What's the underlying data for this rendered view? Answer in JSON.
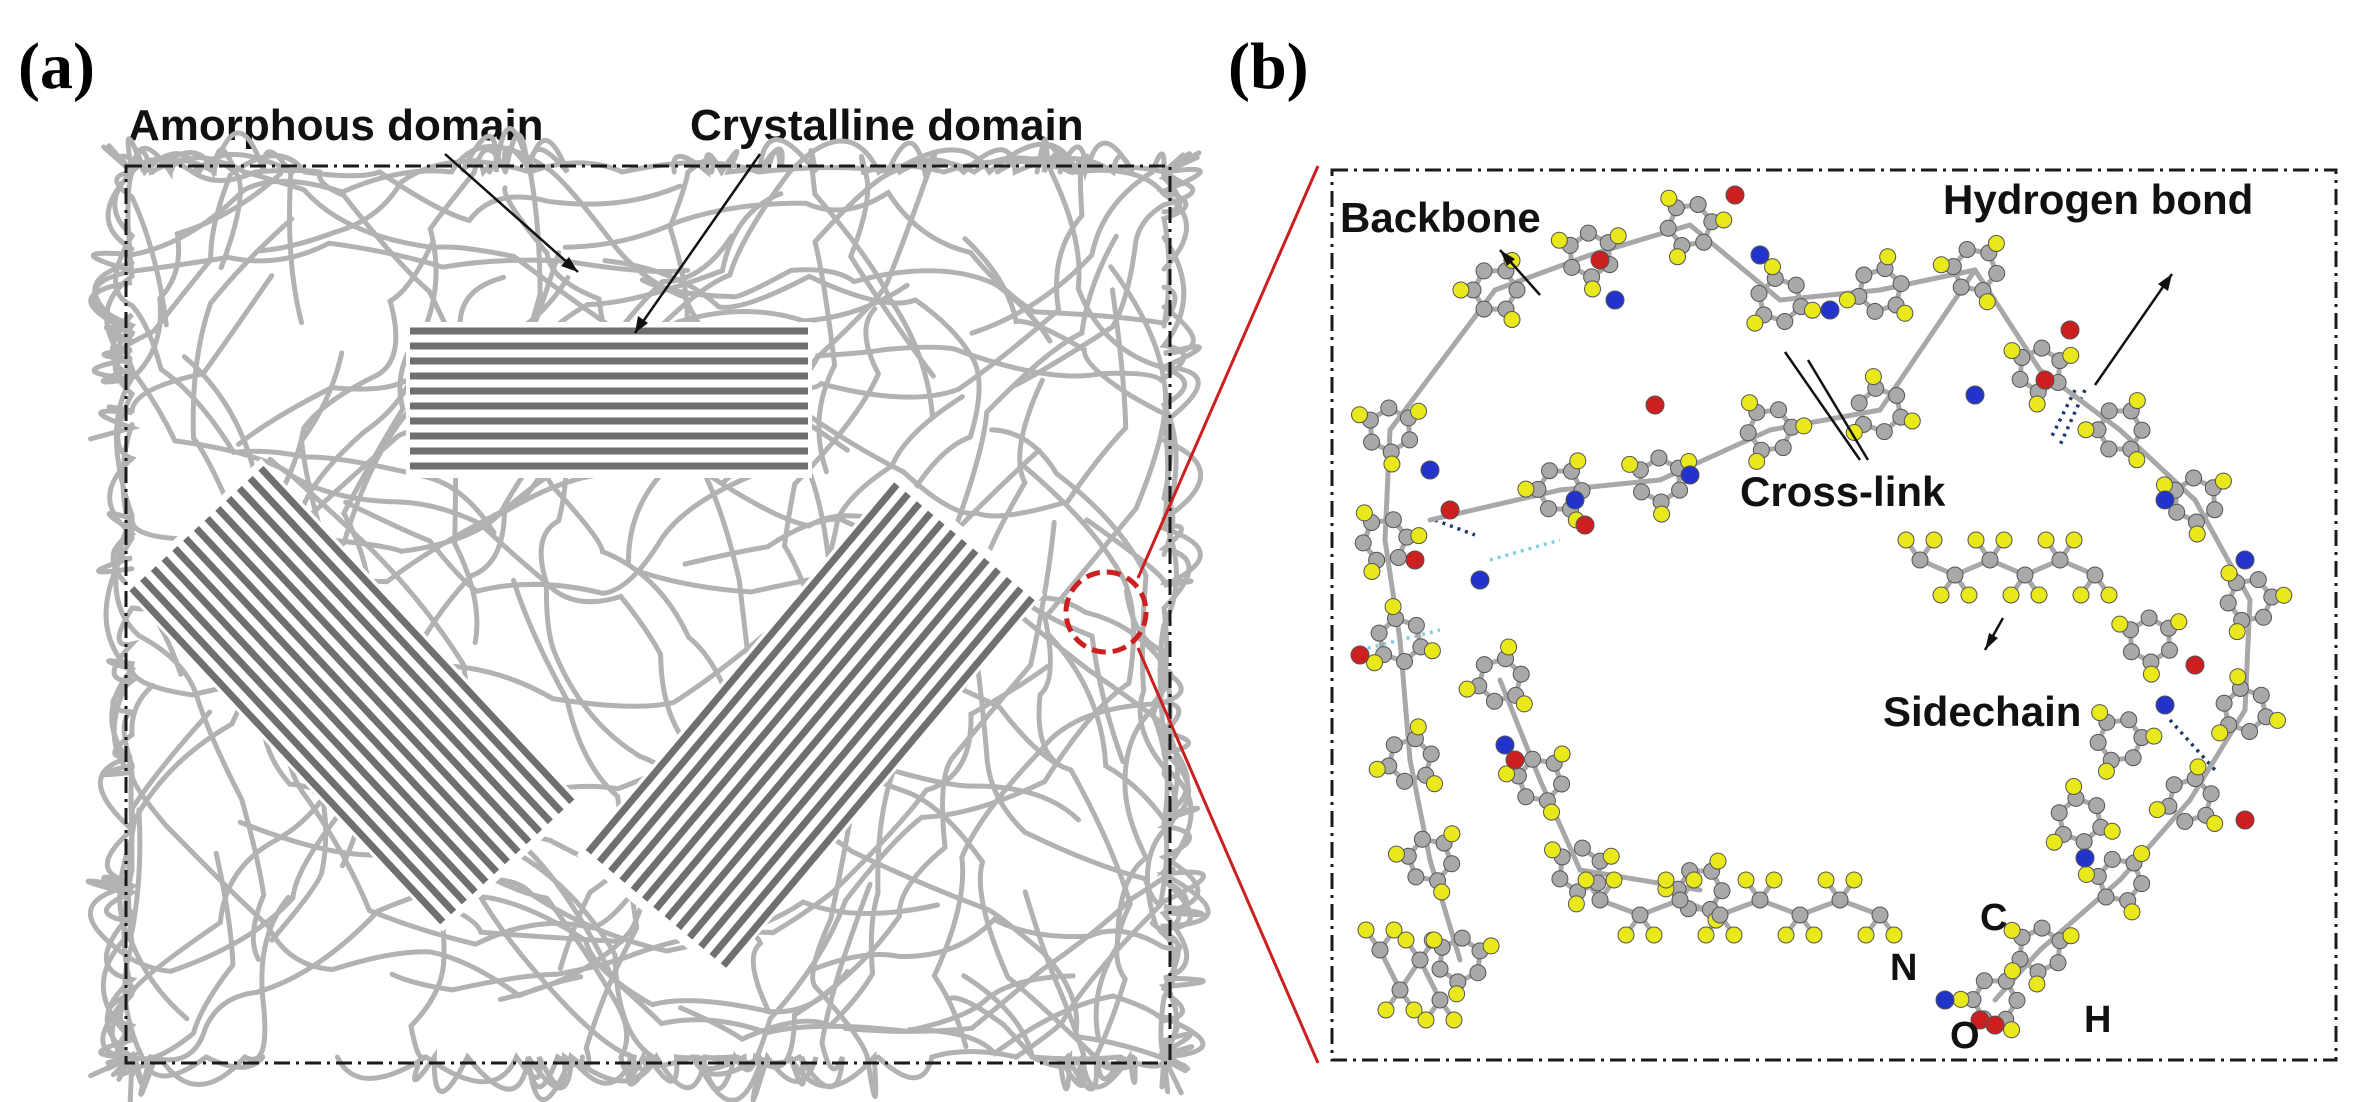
{
  "panels": {
    "a": {
      "label": "(a)",
      "annotations": {
        "amorphous": "Amorphous domain",
        "crystalline": "Crystalline domain"
      }
    },
    "b": {
      "label": "(b)",
      "annotations": {
        "backbone": "Backbone",
        "hydrogen_bond": "Hydrogen bond",
        "cross_link": "Cross-link",
        "sidechain": "Sidechain"
      },
      "atom_legend": {
        "carbon": "C",
        "nitrogen": "N",
        "oxygen": "O",
        "hydrogen": "H"
      }
    }
  },
  "colors": {
    "amorphous_fiber": "#b2b2b2",
    "crystalline_lamella": "#6f6f6f",
    "zoom_circle": "#cc1f1f",
    "carbon_atom": "#a9a9a9",
    "hydrogen_atom": "#e8e81a",
    "nitrogen_atom": "#2233cc",
    "oxygen_atom": "#cc1f1f"
  }
}
